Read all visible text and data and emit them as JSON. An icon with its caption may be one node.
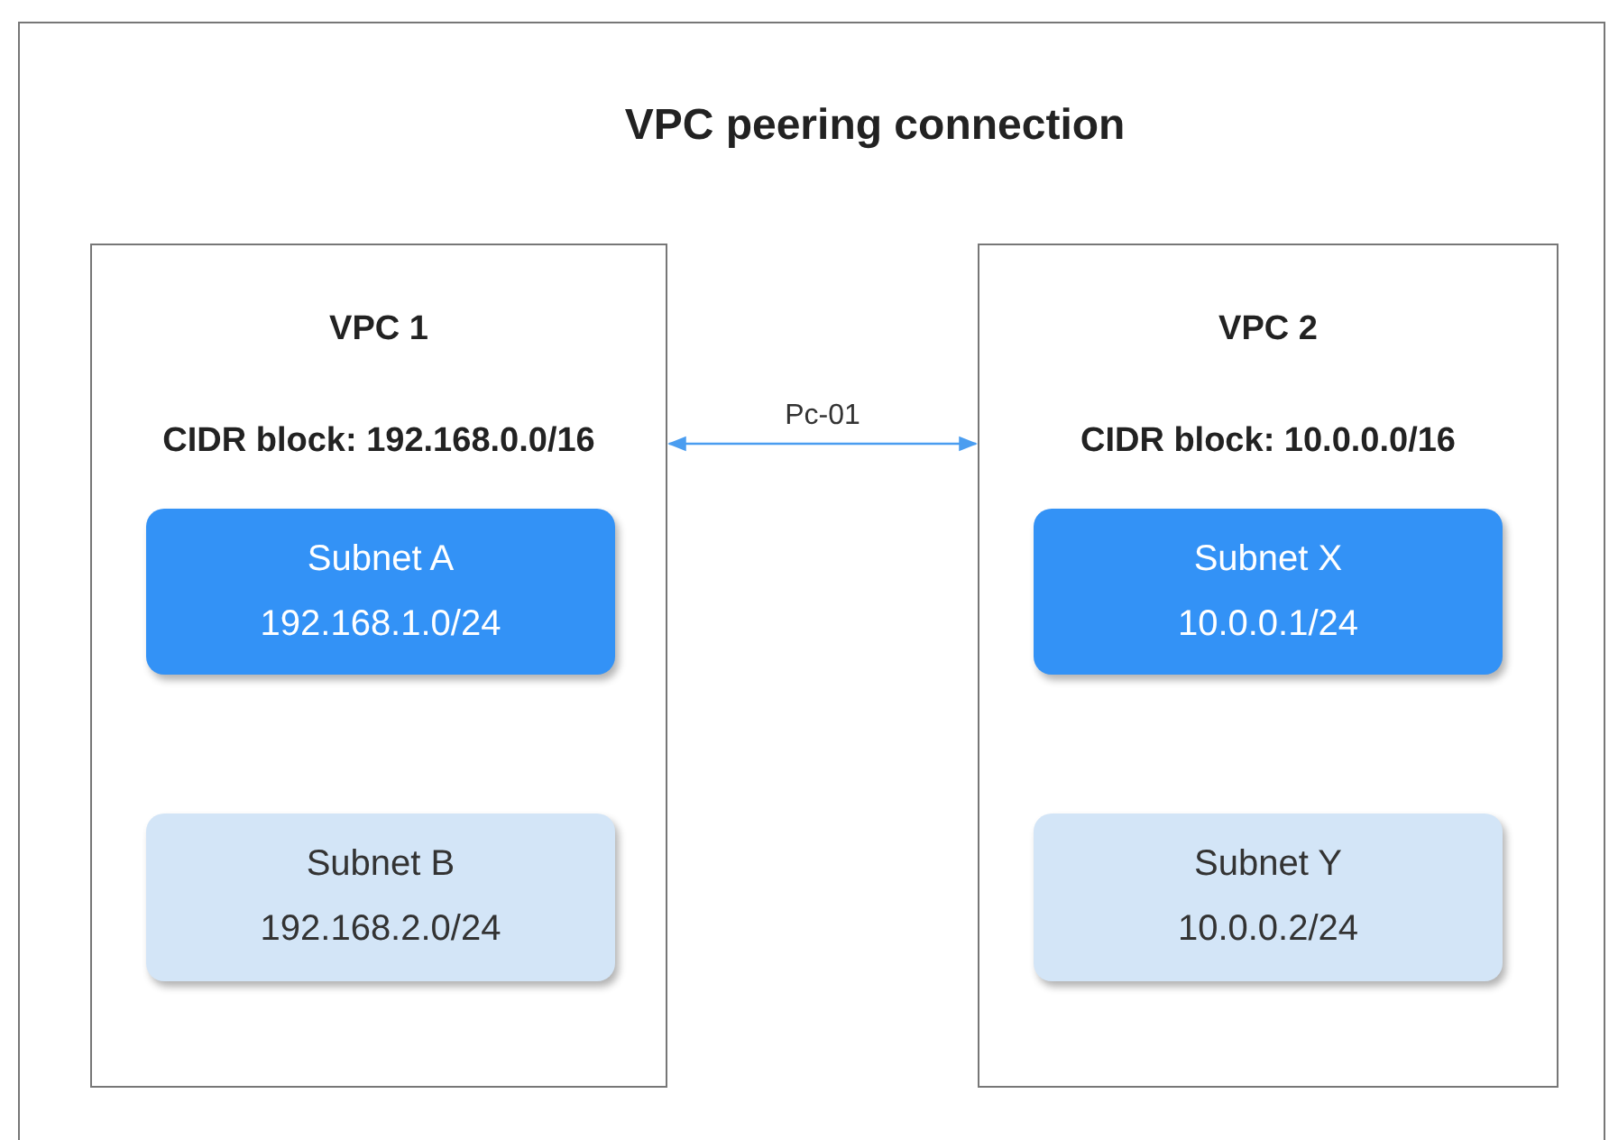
{
  "diagram": {
    "title": "VPC peering connection",
    "nodes": [
      {
        "text": [
          "VPC 1",
          "CIDR block: 192.168.0.0/16"
        ]
      },
      {
        "text": [
          "Subnet A",
          "192.168.1.0/24"
        ],
        "in": 0
      },
      {
        "text": [
          "Subnet B",
          "192.168.2.0/24"
        ],
        "in": 0
      },
      {
        "text": [
          "VPC 2",
          "CIDR block: 10.0.0.0/16"
        ]
      },
      {
        "text": [
          "Subnet X",
          "10.0.0.1/24"
        ],
        "in": 3
      },
      {
        "text": [
          "Subnet Y",
          "10.0.0.2/24"
        ],
        "in": 3
      }
    ],
    "edges": [
      {
        "from": 0,
        "to": 3,
        "arrow": "both",
        "label": "Pc-01"
      }
    ]
  }
}
